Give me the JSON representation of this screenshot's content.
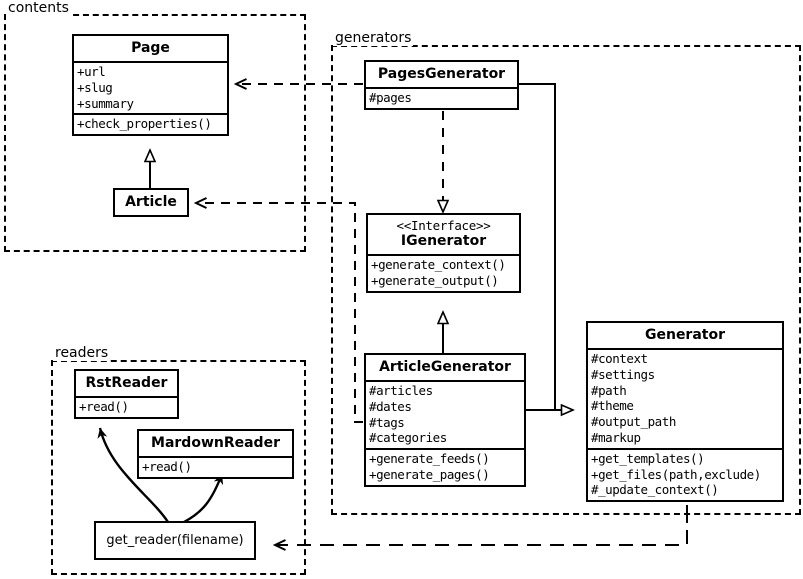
{
  "diagram": {
    "type": "uml-class-diagram",
    "packages": [
      {
        "id": "contents",
        "label": "contents"
      },
      {
        "id": "generators",
        "label": "generators"
      },
      {
        "id": "readers",
        "label": "readers"
      }
    ],
    "classes": [
      {
        "id": "page",
        "package": "contents",
        "name": "Page",
        "stereotype": "",
        "attributes": [
          "+url",
          "+slug",
          "+summary"
        ],
        "operations": [
          "+check_properties()"
        ]
      },
      {
        "id": "article",
        "package": "contents",
        "name": "Article",
        "stereotype": "",
        "attributes": [],
        "operations": []
      },
      {
        "id": "pagesgenerator",
        "package": "generators",
        "name": "PagesGenerator",
        "stereotype": "",
        "attributes": [
          "#pages"
        ],
        "operations": []
      },
      {
        "id": "igenerator",
        "package": "generators",
        "name": "IGenerator",
        "stereotype": "<<Interface>>",
        "attributes": [],
        "operations": [
          "+generate_context()",
          "+generate_output()"
        ]
      },
      {
        "id": "articlegenerator",
        "package": "generators",
        "name": "ArticleGenerator",
        "stereotype": "",
        "attributes": [
          "#articles",
          "#dates",
          "#tags",
          "#categories"
        ],
        "operations": [
          "+generate_feeds()",
          "+generate_pages()"
        ]
      },
      {
        "id": "generator",
        "package": "generators",
        "name": "Generator",
        "stereotype": "",
        "attributes": [
          "#context",
          "#settings",
          "#path",
          "#theme",
          "#output_path",
          "#markup"
        ],
        "operations": [
          "+get_templates()",
          "+get_files(path,exclude)",
          "#_update_context()"
        ]
      },
      {
        "id": "rstreader",
        "package": "readers",
        "name": "RstReader",
        "stereotype": "",
        "attributes": [],
        "operations": [
          "+read()"
        ]
      },
      {
        "id": "mardownreader",
        "package": "readers",
        "name": "MardownReader",
        "stereotype": "",
        "attributes": [],
        "operations": [
          "+read()"
        ]
      }
    ],
    "functions": [
      {
        "id": "get_reader",
        "package": "readers",
        "label": "get_reader(filename)"
      }
    ],
    "relations": [
      {
        "from": "article",
        "to": "page",
        "kind": "generalization"
      },
      {
        "from": "pagesgenerator",
        "to": "page",
        "kind": "dependency"
      },
      {
        "from": "articlegenerator",
        "to": "article",
        "kind": "dependency"
      },
      {
        "from": "pagesgenerator",
        "to": "igenerator",
        "kind": "realization"
      },
      {
        "from": "articlegenerator",
        "to": "igenerator",
        "kind": "generalization"
      },
      {
        "from": "pagesgenerator",
        "to": "generator",
        "kind": "generalization"
      },
      {
        "from": "articlegenerator",
        "to": "generator",
        "kind": "generalization"
      },
      {
        "from": "generator",
        "to": "get_reader",
        "kind": "dependency"
      },
      {
        "from": "get_reader",
        "to": "rstreader",
        "kind": "creates"
      },
      {
        "from": "get_reader",
        "to": "mardownreader",
        "kind": "creates"
      }
    ],
    "colors": {
      "line": "#000000",
      "fill": "#ffffff"
    }
  }
}
